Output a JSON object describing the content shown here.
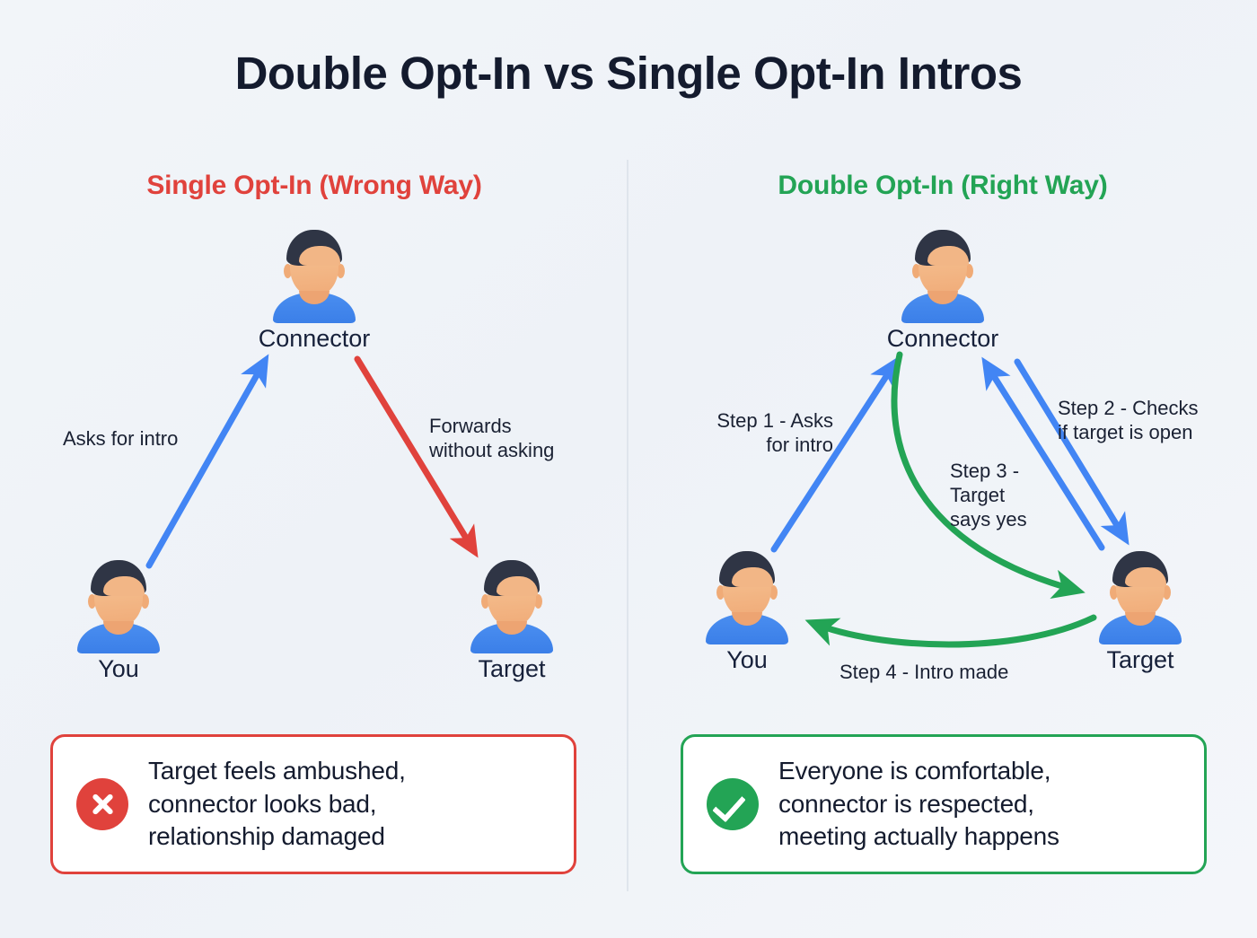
{
  "title": "Double Opt-In vs Single Opt-In Intros",
  "colors": {
    "background": "#f0f3f7",
    "title_text": "#141b2e",
    "red": "#e0423c",
    "green": "#23a455",
    "blue": "#4285f4",
    "divider": "#dfe5ec",
    "card_bg": "#ffffff"
  },
  "left_panel": {
    "heading": "Single Opt-In (Wrong Way)",
    "nodes": [
      {
        "id": "connector",
        "label": "Connector"
      },
      {
        "id": "you",
        "label": "You"
      },
      {
        "id": "target",
        "label": "Target"
      }
    ],
    "edges": [
      {
        "id": "asks-for-intro",
        "label": "Asks for intro",
        "color": "#4285f4",
        "from": "you",
        "to": "connector"
      },
      {
        "id": "forwards-without-asking",
        "label": "Forwards\nwithout asking",
        "color": "#e0423c",
        "from": "connector",
        "to": "target"
      }
    ],
    "callout": {
      "icon": "cross-circle-icon",
      "text": "Target feels ambushed,\nconnector looks bad,\nrelationship damaged",
      "color": "#e0423c"
    }
  },
  "right_panel": {
    "heading": "Double Opt-In (Right Way)",
    "nodes": [
      {
        "id": "connector",
        "label": "Connector"
      },
      {
        "id": "you",
        "label": "You"
      },
      {
        "id": "target",
        "label": "Target"
      }
    ],
    "edges": [
      {
        "id": "step-1",
        "label": "Step 1 - Asks\nfor intro",
        "color": "#4285f4",
        "from": "you",
        "to": "connector"
      },
      {
        "id": "step-2",
        "label": "Step 2 - Checks\nif target is open",
        "color": "#4285f4",
        "from": "connector",
        "to": "target"
      },
      {
        "id": "step-3",
        "label": "Step 3 -\nTarget\nsays yes",
        "color": "#23a455",
        "from": "target",
        "to": "connector"
      },
      {
        "id": "step-4",
        "label": "Step 4 - Intro made",
        "color": "#23a455",
        "from": "target",
        "to": "you"
      }
    ],
    "callout": {
      "icon": "check-circle-icon",
      "text": "Everyone is comfortable,\nconnector is respected,\nmeeting actually happens",
      "color": "#23a455"
    }
  }
}
